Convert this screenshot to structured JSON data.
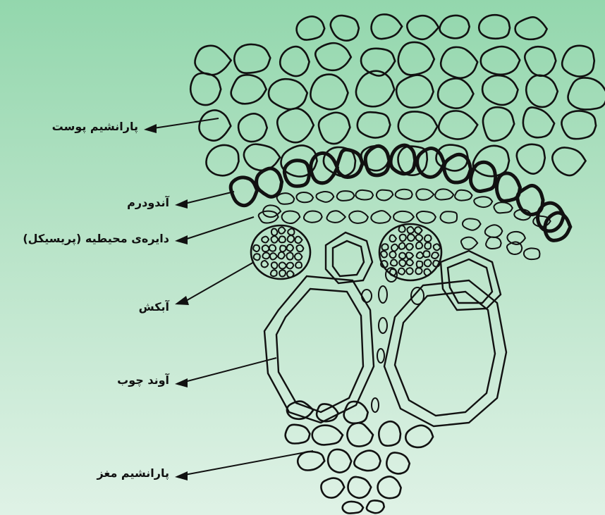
{
  "labels": {
    "cortex_parenchyma": "پارانشیم پوست",
    "endodermis": "آندودرم",
    "pericycle": "دایره‌ی محیطیه (پریسیکل)",
    "phloem": "آبکش",
    "xylem": "آوند چوب",
    "pith_parenchyma": "پارانشیم مغز"
  }
}
